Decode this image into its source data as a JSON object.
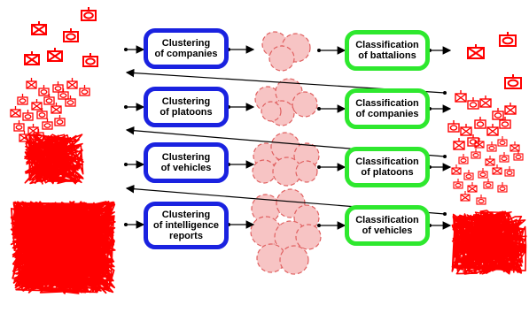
{
  "clustering": [
    {
      "label": "Clustering\nof companies"
    },
    {
      "label": "Clustering\nof platoons"
    },
    {
      "label": "Clustering\nof vehicles"
    },
    {
      "label": "Clustering\nof intelligence\nreports"
    }
  ],
  "classification": [
    {
      "label": "Classification\nof battalions"
    },
    {
      "label": "Classification\nof companies"
    },
    {
      "label": "Classification\nof platoons"
    },
    {
      "label": "Classification\nof vehicles"
    }
  ],
  "colors": {
    "clustering_border": "#1a22e0",
    "classification_border": "#2ee82e",
    "symbols": "#ff0000",
    "cluster_fill": "#f7c4c4",
    "cluster_outline": "#e06060"
  }
}
